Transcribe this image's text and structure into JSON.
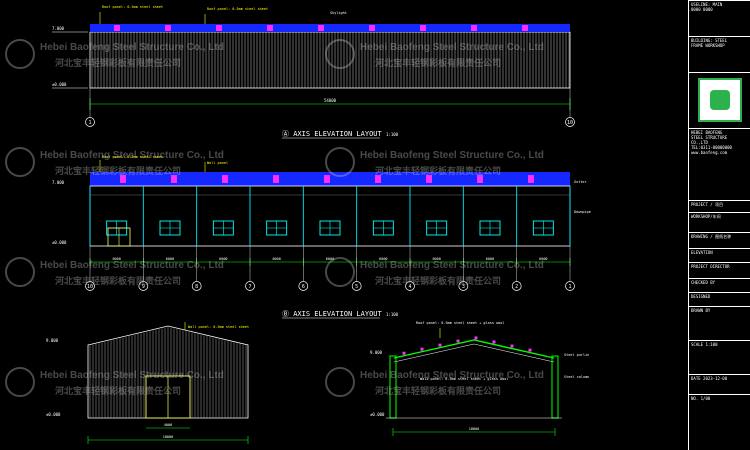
{
  "watermark": {
    "company_en": "Hebei Baofeng Steel Structure Co., Ltd",
    "company_cn": "河北宝丰轻钢彩板有限责任公司"
  },
  "drawing": {
    "view_a_title": "Ⓐ AXIS ELEVATION LAYOUT",
    "view_a_scale": "1:100",
    "view_b_title": "Ⓑ AXIS ELEVATION LAYOUT",
    "view_b_scale": "1:100"
  },
  "top_elevation": {
    "callout_1": "Roof panel: 0.5mm steel sheet",
    "callout_2": "Roof panel: 0.5mm steel sheet",
    "callout_3": "Skylight",
    "dim_total": "54000",
    "axis_left": "1",
    "axis_right": "10",
    "level_top": "7.000",
    "level_bottom": "±0.000"
  },
  "middle_elevation": {
    "callout_1": "Roof panel: 0.5mm steel sheet",
    "callout_2": "Wall panel",
    "callout_right": "Gutter",
    "callout_right_2": "Downpipe",
    "bays": [
      "6000",
      "6000",
      "6000",
      "6000",
      "6000",
      "6000",
      "6000",
      "6000",
      "6000"
    ],
    "axes": [
      "10",
      "9",
      "8",
      "7",
      "6",
      "5",
      "4",
      "3",
      "2",
      "1"
    ],
    "level_top": "7.000",
    "level_bottom": "±0.000"
  },
  "bottom_left": {
    "callout": "Wall panel: 0.5mm steel sheet",
    "dim_door": "4000",
    "dim_total": "18000",
    "level_top": "9.000",
    "level_bottom": "±0.000"
  },
  "bottom_right": {
    "callout_top": "Roof panel: 0.5mm steel sheet + glass wool",
    "callout_left": "Wall panel: 0.5mm steel sheet + glass wool",
    "callout_right_1": "Steel purlin",
    "callout_right_2": "Steel column",
    "dim_total": "18000",
    "level_top": "9.000",
    "level_bottom": "±0.000"
  },
  "title_block": {
    "rows": [
      "USELINE: MAIN\n0000 0000",
      "BUILDING: STEEL\nFRAME WORKSHOP",
      "[QR]",
      "HEBEI BAOFENG\nSTEEL STRUCTURE\nCO.,LTD\nTEL:0311-00000000\nwww.baofeng.com",
      "PROJECT / 项目",
      "WORKSHOP/车间",
      "DRAWING / 图纸名称",
      "ELEVATION",
      "PROJECT DIRECTOR",
      "CHECKED BY",
      "DESIGNED",
      "DRAWN BY",
      "SCALE  1:100",
      "DATE  2023-12-00",
      "NO.  1/00"
    ]
  },
  "colors": {
    "skylight_band": "#1428ff",
    "skylight_mark": "#ff2bff",
    "panel_line": "#ffffff",
    "dim_line": "#00ff00",
    "window": "#00ffff",
    "door": "#ffff66",
    "callout": "#ffff00",
    "column": "#00e5ff"
  }
}
